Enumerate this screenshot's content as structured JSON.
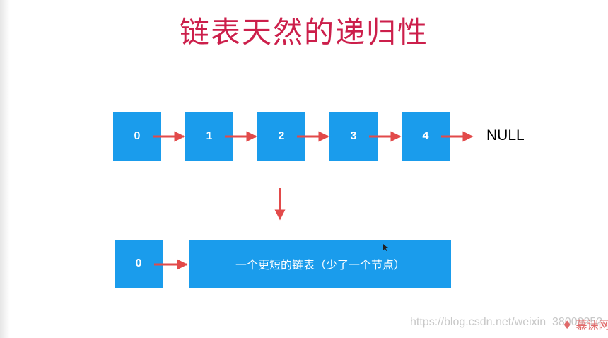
{
  "title": "链表天然的递归性",
  "colors": {
    "title": "#cc1f4b",
    "node": "#1a9cec",
    "arrow": "#e24a4a"
  },
  "top_list": {
    "nodes": [
      "0",
      "1",
      "2",
      "3",
      "4"
    ],
    "terminal": "NULL"
  },
  "bottom_list": {
    "head": "0",
    "rest_label": "一个更短的链表（少了一个节点）"
  },
  "watermark": "https://blog.csdn.net/weixin_38009252",
  "logo_text": "慕课网"
}
